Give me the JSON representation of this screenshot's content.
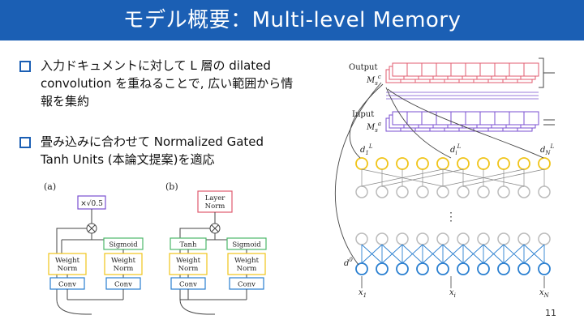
{
  "slide": {
    "title": "モデル概要：Multi-level Memory",
    "page_number": "11"
  },
  "bullets": [
    {
      "text": "入力ドキュメントに対して L 層の dilated convolution を重ねることで, 広い範囲から情報を集約"
    },
    {
      "text": "畳み込みに合わせて Normalized Gated Tanh Units (本論文提案)を適応"
    }
  ],
  "left_figure": {
    "a_label": "(a)",
    "b_label": "(b)",
    "scale_box": "×√0.5",
    "layer_norm": "Layer\nNorm",
    "sigmoid": "Sigmoid",
    "tanh": "Tanh",
    "weight_norm": "Weight\nNorm",
    "conv": "Conv",
    "multiply_symbol": "⊗"
  },
  "right_figure": {
    "output_label": "Output",
    "output_var": "M_s^c",
    "input_label": "Input",
    "input_var": "M_s^a",
    "d1": "d_1^L",
    "di": "d_i^L",
    "dn": "d_N^L",
    "d0": "d^0",
    "x1": "x_1",
    "xi": "x_i",
    "xn": "x_N",
    "vdots": "⋮",
    "colors": {
      "output": "#e05b6f",
      "input": "#7a4fd0",
      "gold": "#f0c419",
      "blue": "#2a7fd0",
      "gray": "#bbbbbb"
    }
  }
}
